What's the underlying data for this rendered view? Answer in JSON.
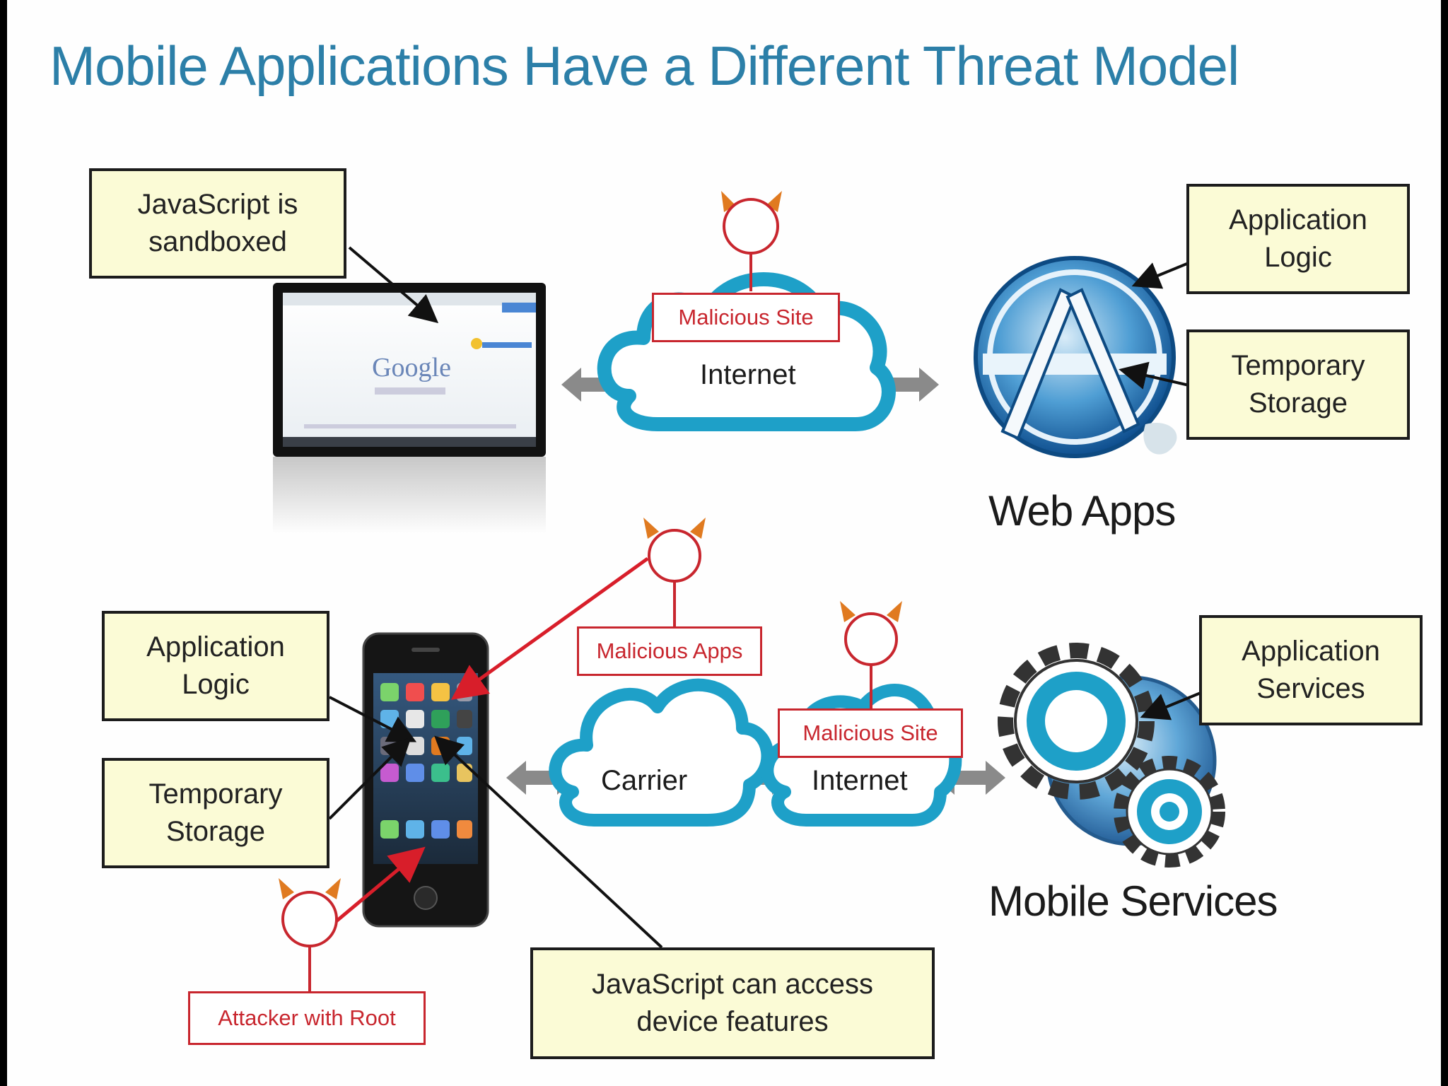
{
  "title": "Mobile Applications Have a Different Threat Model",
  "web": {
    "callout_sandbox": "JavaScript is sandboxed",
    "internet_label": "Internet",
    "malicious_site": "Malicious Site",
    "app_logic": "Application Logic",
    "temp_storage": "Temporary Storage",
    "web_apps_label": "Web Apps",
    "browser_logo": "Google"
  },
  "mobile": {
    "app_logic": "Application Logic",
    "temp_storage": "Temporary Storage",
    "malicious_apps": "Malicious Apps",
    "carrier_label": "Carrier",
    "internet_label": "Internet",
    "malicious_site": "Malicious Site",
    "app_services": "Application Services",
    "mobile_services_label": "Mobile Services",
    "attacker_root": "Attacker with Root",
    "callout_device": "JavaScript can access device features"
  },
  "colors": {
    "title": "#2c7fa8",
    "callout_fill": "#fbfbd6",
    "threat_red": "#c8262e",
    "cloud_blue": "#1ea0c8",
    "globe_blue": "#1a6fb0"
  }
}
